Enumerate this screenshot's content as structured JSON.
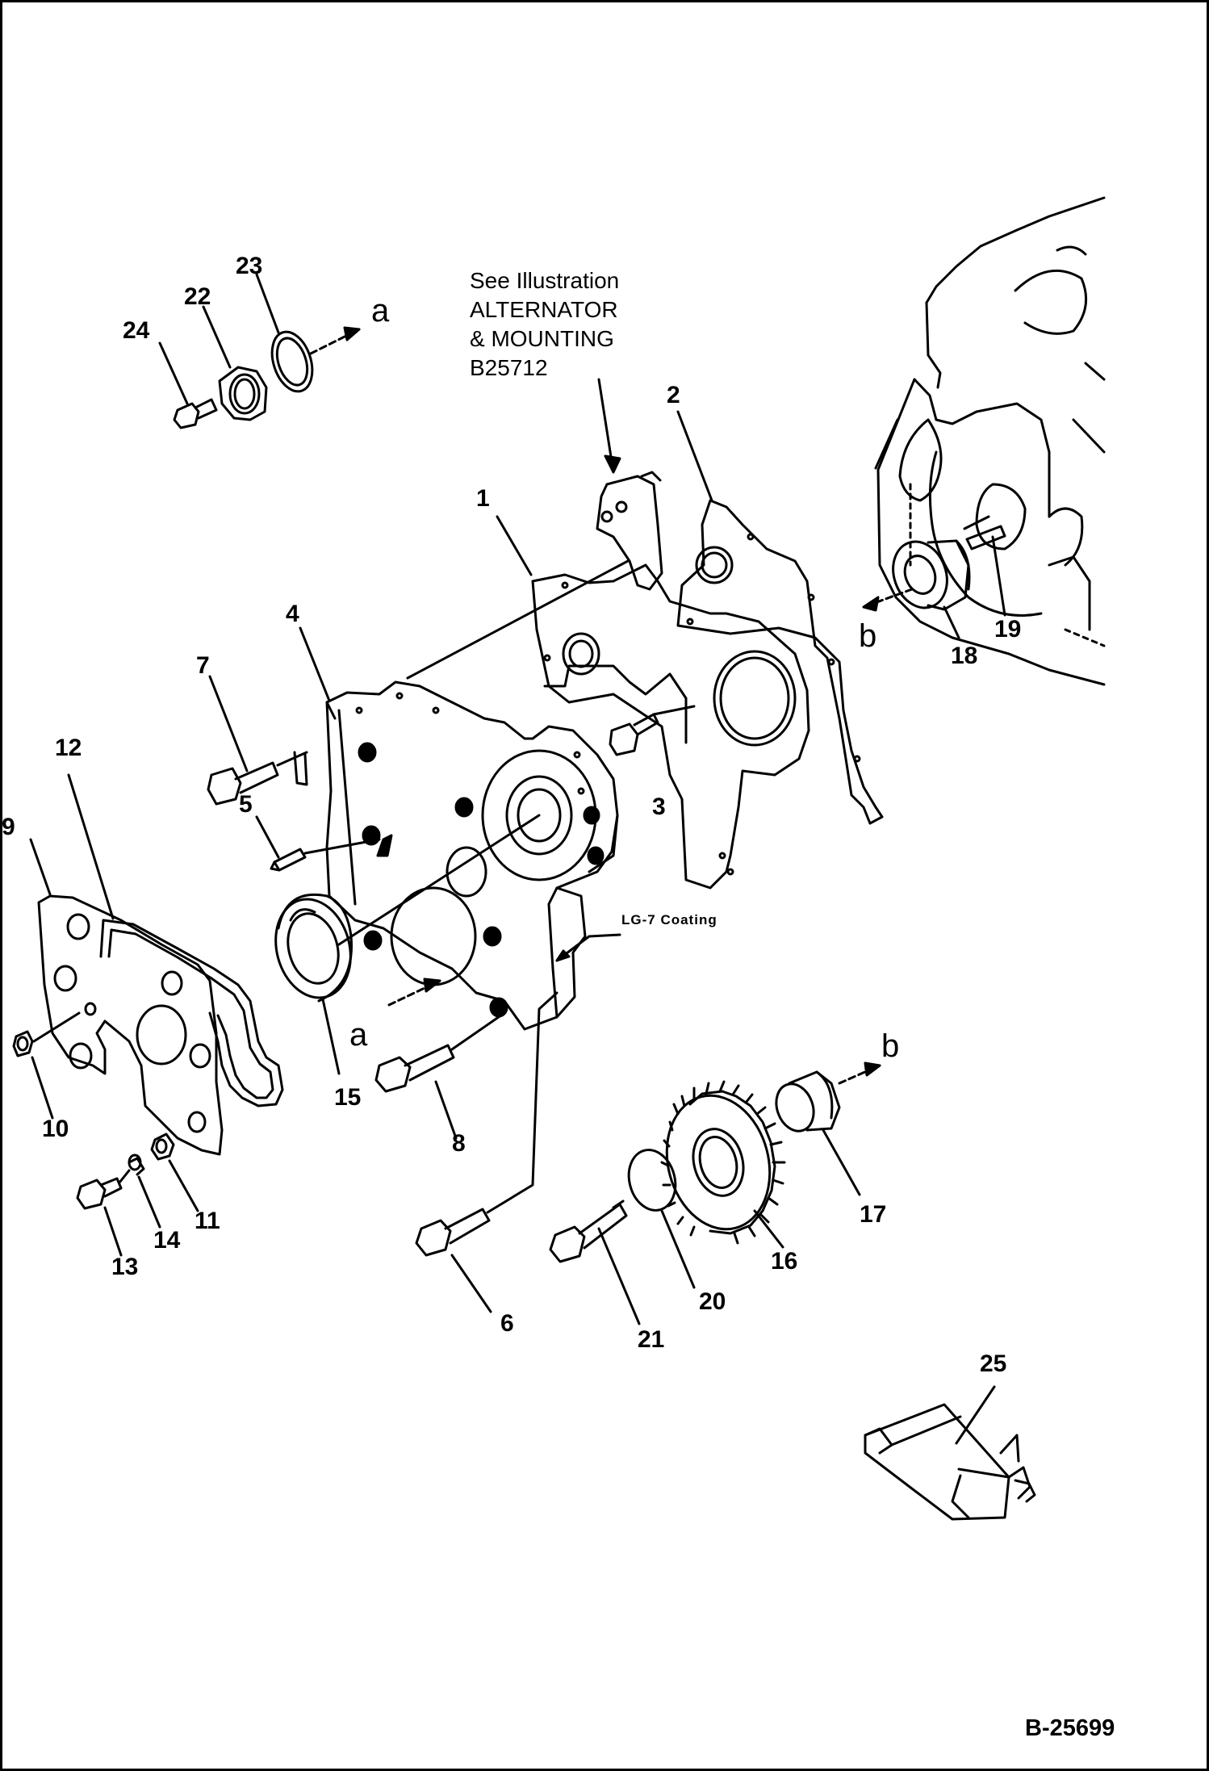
{
  "note": {
    "line1": "See Illustration",
    "line2": "ALTERNATOR",
    "line3": "& MOUNTING",
    "line4": "B25712"
  },
  "coating_label": "LG-7 Coating",
  "drawing_number": "B-25699",
  "callouts": [
    {
      "id": "c1",
      "label": "1"
    },
    {
      "id": "c2",
      "label": "2"
    },
    {
      "id": "c3",
      "label": "3"
    },
    {
      "id": "c4",
      "label": "4"
    },
    {
      "id": "c5",
      "label": "5"
    },
    {
      "id": "c6",
      "label": "6"
    },
    {
      "id": "c7",
      "label": "7"
    },
    {
      "id": "c8",
      "label": "8"
    },
    {
      "id": "c9",
      "label": "9"
    },
    {
      "id": "c10",
      "label": "10"
    },
    {
      "id": "c11",
      "label": "11"
    },
    {
      "id": "c12",
      "label": "12"
    },
    {
      "id": "c13",
      "label": "13"
    },
    {
      "id": "c14",
      "label": "14"
    },
    {
      "id": "c15",
      "label": "15"
    },
    {
      "id": "c16",
      "label": "16"
    },
    {
      "id": "c17",
      "label": "17"
    },
    {
      "id": "c18",
      "label": "18"
    },
    {
      "id": "c19",
      "label": "19"
    },
    {
      "id": "c20",
      "label": "20"
    },
    {
      "id": "c21",
      "label": "21"
    },
    {
      "id": "c22",
      "label": "22"
    },
    {
      "id": "c23",
      "label": "23"
    },
    {
      "id": "c24",
      "label": "24"
    },
    {
      "id": "c25",
      "label": "25"
    }
  ],
  "reference_letters": {
    "a_top": "a",
    "a_mid": "a",
    "b_right": "b",
    "b_gear": "b"
  }
}
